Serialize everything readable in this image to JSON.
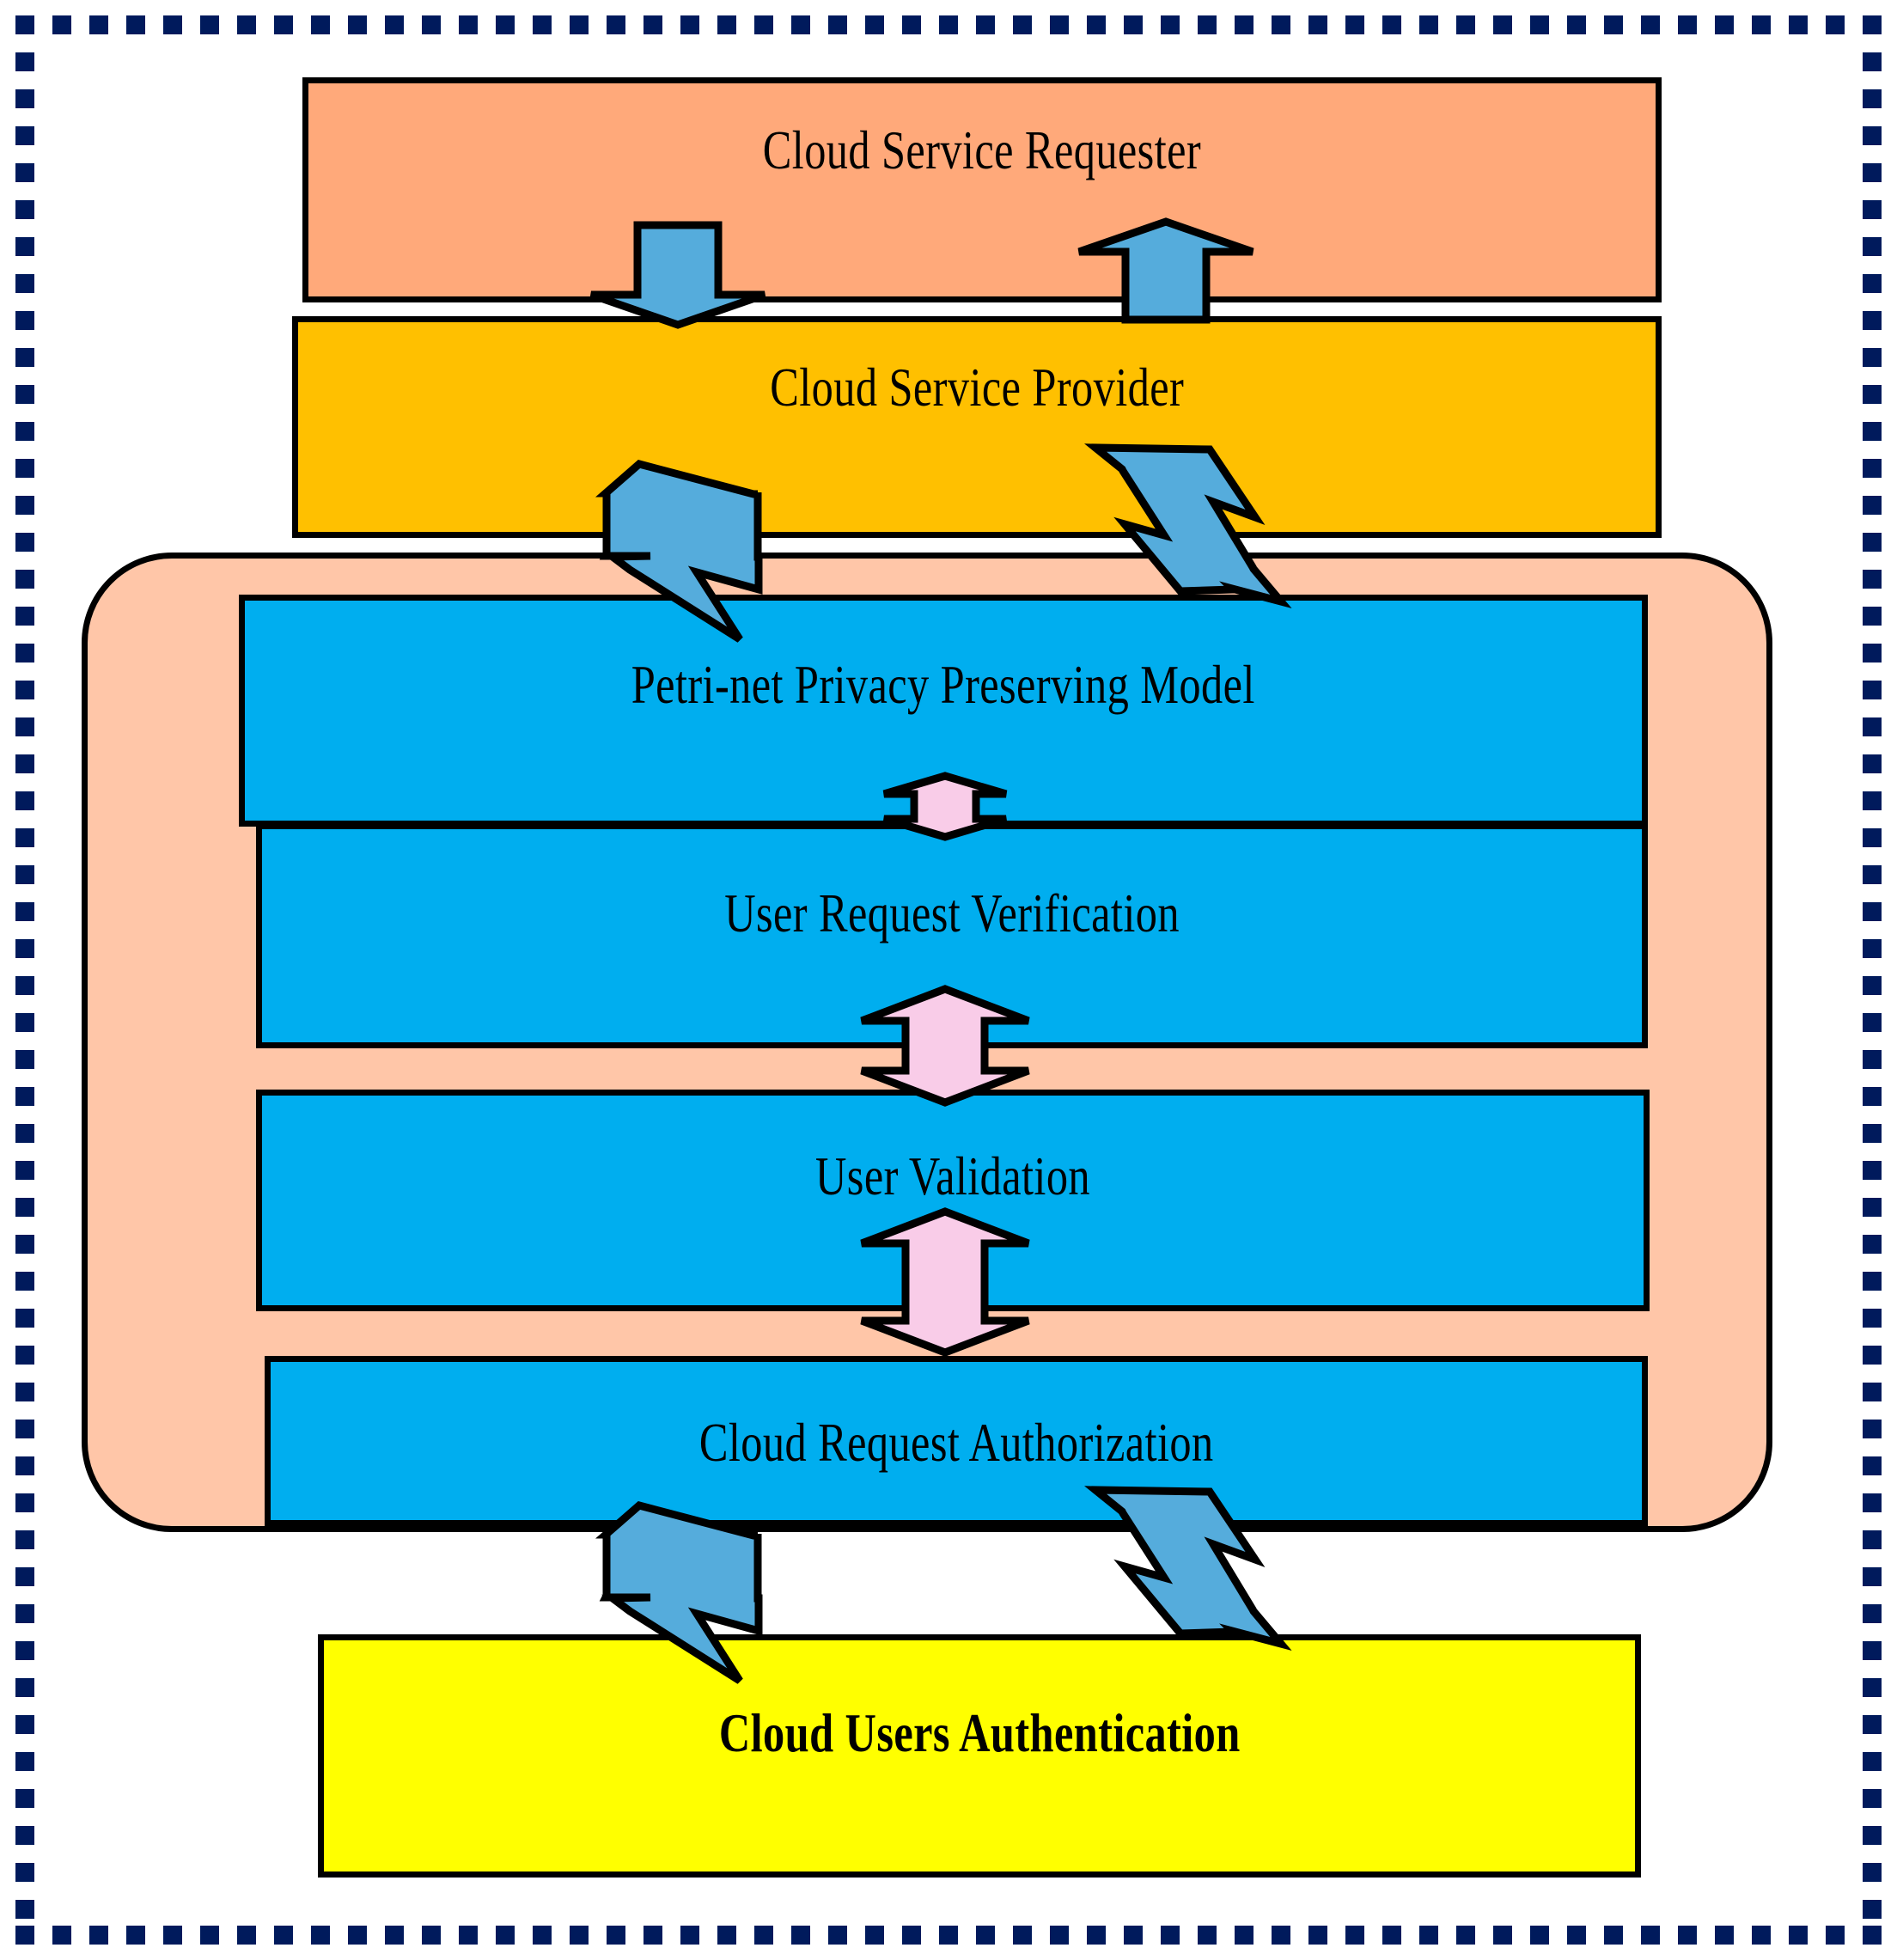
{
  "figure": {
    "title": "Petri-net Privacy Preserving Model architecture",
    "background_color": "#FFFFFF",
    "frame_color": "#001A5C"
  },
  "boxes": {
    "requester": {
      "label": "Cloud Service Requester",
      "fill": "#FFA97A"
    },
    "provider": {
      "label": "Cloud Service Provider",
      "fill": "#FFC000"
    },
    "petrinet": {
      "label": "Petri-net Privacy Preserving Model",
      "fill": "#00AEEF"
    },
    "verification": {
      "label": "User Request Verification",
      "fill": "#00AEEF"
    },
    "validation": {
      "label": "User Validation",
      "fill": "#00AEEF"
    },
    "authorization": {
      "label": "Cloud Request Authorization",
      "fill": "#00AEEF"
    },
    "authentication": {
      "label": "Cloud Users Authentication",
      "fill": "#FFFF00"
    }
  },
  "container": {
    "name": "Petri-net model container",
    "fill": "#FFC6A8"
  },
  "arrows": {
    "requester_to_provider": {
      "icon": "arrow-down-icon",
      "color": "#55ACDC"
    },
    "provider_to_requester": {
      "icon": "arrow-up-icon",
      "color": "#55ACDC"
    },
    "provider_to_model": {
      "icon": "bent-arrow-down-icon",
      "color": "#55ACDC"
    },
    "model_to_provider": {
      "icon": "bent-arrow-up-icon",
      "color": "#55ACDC"
    },
    "petrinet_verification": {
      "icon": "double-arrow-vertical-icon",
      "color": "#F9CCE8"
    },
    "verification_validation": {
      "icon": "double-arrow-vertical-icon",
      "color": "#F9CCE8"
    },
    "validation_authorization": {
      "icon": "double-arrow-vertical-icon",
      "color": "#F9CCE8"
    },
    "authorization_to_auth": {
      "icon": "bent-arrow-down-icon",
      "color": "#55ACDC"
    },
    "auth_to_authorization": {
      "icon": "bent-arrow-up-icon",
      "color": "#55ACDC"
    }
  }
}
